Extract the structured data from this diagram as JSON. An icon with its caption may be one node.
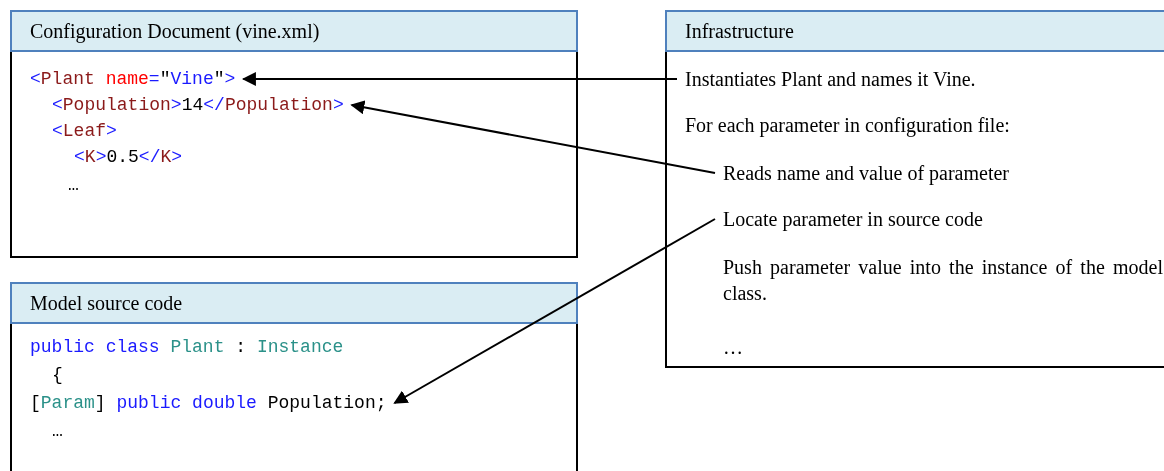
{
  "diagram": {
    "nodes": [
      {
        "text": [
          "Configuration Document (vine.xml)"
        ]
      },
      {
        "text": [
          "<Plant name=\"Vine\">"
        ],
        "in": 0
      },
      {
        "text": [
          "<Population>14</Population>"
        ],
        "in": 0
      },
      {
        "text": [
          "<Leaf>"
        ],
        "in": 0
      },
      {
        "text": [
          "<K>0.5</K>"
        ],
        "in": 0
      },
      {
        "text": [
          "…"
        ],
        "in": 0
      },
      {
        "text": [
          "Infrastructure"
        ]
      },
      {
        "text": [
          "Instantiates Plant and names it Vine."
        ],
        "in": 6
      },
      {
        "text": [
          "For each parameter in configuration file:"
        ],
        "in": 6
      },
      {
        "text": [
          "Reads name and value of parameter"
        ],
        "in": 6
      },
      {
        "text": [
          "Locate parameter in source code"
        ],
        "in": 6
      },
      {
        "text": [
          "Push parameter value into the instance of the model class."
        ],
        "in": 6
      },
      {
        "text": [
          "…"
        ],
        "in": 6
      },
      {
        "text": [
          "Model source code"
        ]
      },
      {
        "text": [
          "public class Plant : Instance"
        ],
        "in": 13
      },
      {
        "text": [
          "{"
        ],
        "in": 13
      },
      {
        "text": [
          "[Param] public double Population;"
        ],
        "in": 13
      },
      {
        "text": [
          "…"
        ],
        "in": 13
      }
    ],
    "edges": [
      {
        "from": 7,
        "to": 1,
        "arrow": "to"
      },
      {
        "from": 9,
        "to": 2,
        "arrow": "to"
      },
      {
        "from": 10,
        "to": 16,
        "arrow": "to"
      }
    ]
  }
}
